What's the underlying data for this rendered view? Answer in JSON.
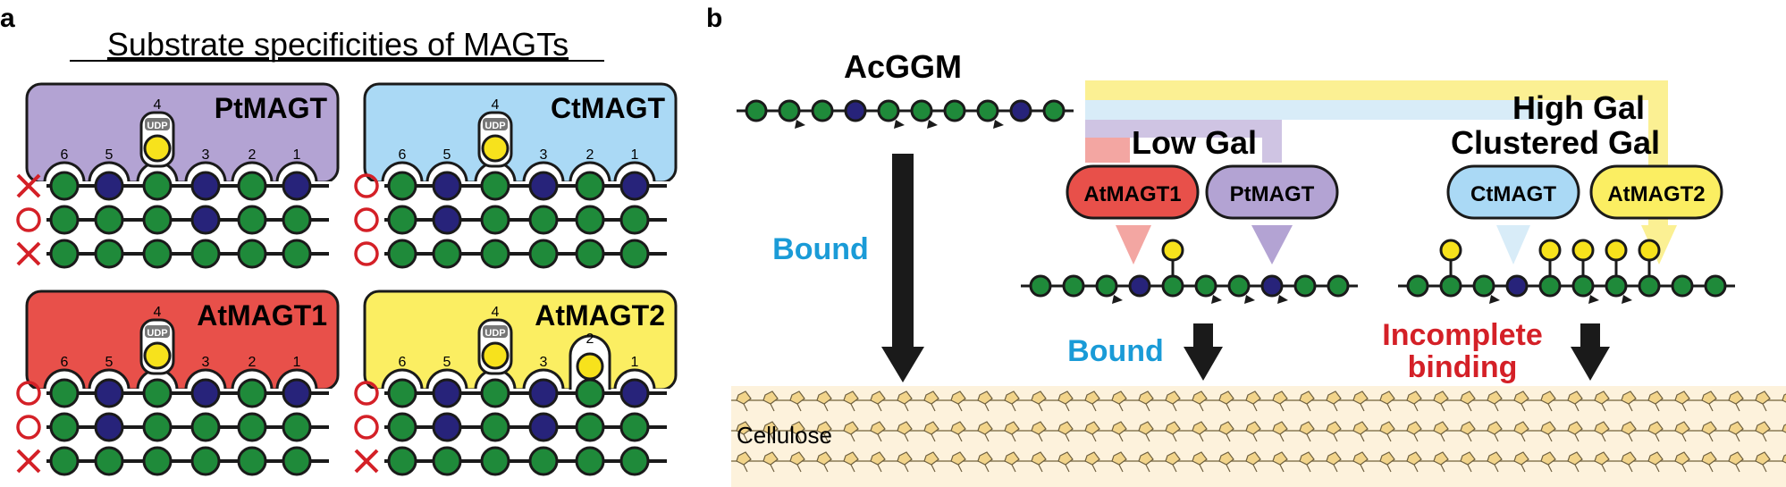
{
  "panel_a": {
    "label": "a",
    "title": "Substrate specificities of MAGTs",
    "enzymes": [
      {
        "name": "PtMAGT",
        "color": "#b3a3d3",
        "positions": [
          "6",
          "5",
          "4",
          "3",
          "2",
          "1"
        ],
        "udp": "UDP",
        "extra_pocket": ""
      },
      {
        "name": "CtMAGT",
        "color": "#aad9f5",
        "positions": [
          "6",
          "5",
          "4",
          "3",
          "2",
          "1"
        ],
        "udp": "UDP",
        "extra_pocket": ""
      },
      {
        "name": "AtMAGT1",
        "color": "#e8504a",
        "positions": [
          "6",
          "5",
          "4",
          "3",
          "2",
          "1"
        ],
        "udp": "UDP",
        "extra_pocket": ""
      },
      {
        "name": "AtMAGT2",
        "color": "#fbee62",
        "positions": [
          "6",
          "5",
          "4",
          "3",
          "",
          "1"
        ],
        "udp": "UDP",
        "extra_pocket": "2"
      }
    ],
    "results": [
      [
        "×",
        "○",
        "×"
      ],
      [
        "○",
        "○",
        "○"
      ],
      [
        "○",
        "○",
        "×"
      ],
      [
        "○",
        "○",
        "×"
      ]
    ]
  },
  "panel_b": {
    "label": "b",
    "acggm_label": "AcGGM",
    "bound_label_1": "Bound",
    "bound_label_2": "Bound",
    "incomplete_label": "Incomplete binding",
    "low_gal_label": "Low Gal",
    "high_gal_label": "High Gal",
    "clustered_gal_label": "Clustered Gal",
    "cellulose_label": "Cellulose",
    "enzymes": [
      {
        "name": "AtMAGT1",
        "color": "#e8504a"
      },
      {
        "name": "PtMAGT",
        "color": "#b3a3d3"
      },
      {
        "name": "CtMAGT",
        "color": "#aad9f5"
      },
      {
        "name": "AtMAGT2",
        "color": "#fbee62"
      }
    ]
  },
  "colors": {
    "glucose_green": "#1f8a3a",
    "mannose_navy": "#27237a",
    "galactose_yellow": "#f7e21c",
    "mark_red": "#d42027",
    "bound_blue": "#1a9bd7",
    "incomplete_red": "#d42027",
    "cellulose_bg": "#fdf2dc"
  }
}
